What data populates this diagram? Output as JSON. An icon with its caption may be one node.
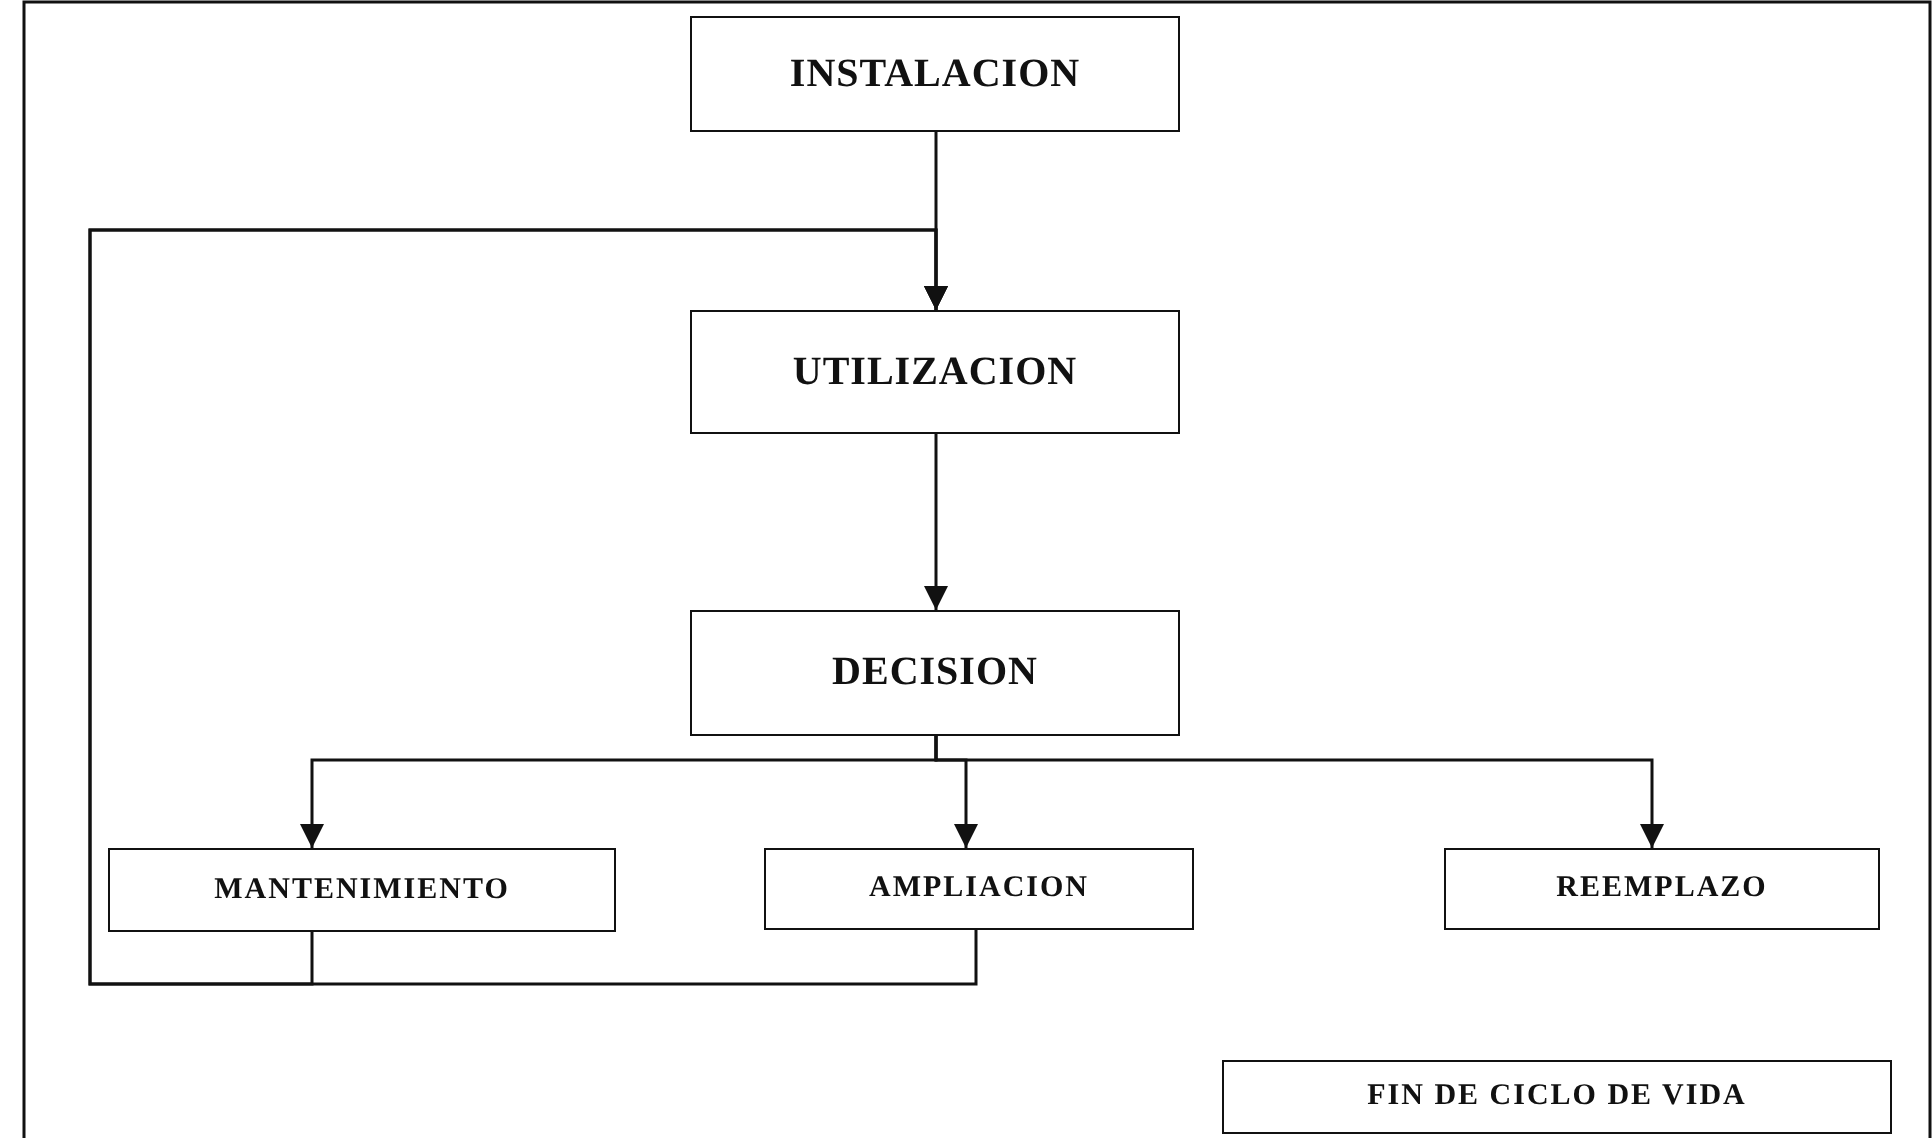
{
  "diagram": {
    "nodes": [
      {
        "text": [
          "INSTALACION"
        ]
      },
      {
        "text": [
          "UTILIZACION"
        ]
      },
      {
        "text": [
          "DECISION"
        ]
      },
      {
        "text": [
          "MANTENIMIENTO"
        ]
      },
      {
        "text": [
          "AMPLIACION"
        ]
      },
      {
        "text": [
          "REEMPLAZO"
        ]
      },
      {
        "text": [
          "FIN DE CICLO DE VIDA"
        ]
      }
    ],
    "edges": [
      {
        "from": 0,
        "to": 1,
        "arrow": "to"
      },
      {
        "from": 1,
        "to": 2,
        "arrow": "to"
      },
      {
        "from": 2,
        "to": 3,
        "arrow": "to"
      },
      {
        "from": 2,
        "to": 4,
        "arrow": "to"
      },
      {
        "from": 2,
        "to": 5,
        "arrow": "to"
      },
      {
        "from": 3,
        "to": 1,
        "arrow": "to"
      },
      {
        "from": 4,
        "to": 1,
        "arrow": "to"
      }
    ]
  }
}
